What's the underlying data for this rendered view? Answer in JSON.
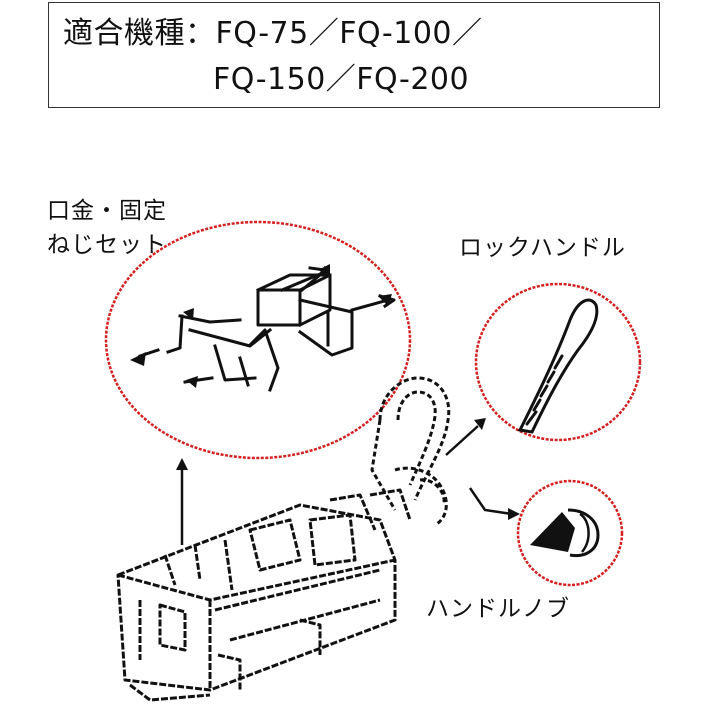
{
  "models": {
    "line1": "適合機種：FQ-75／FQ-100／",
    "line2": "FQ-150／FQ-200"
  },
  "labels": {
    "base_set_line1": "口金・固定",
    "base_set_line2": "ねじセット",
    "lock_handle": "ロックハンドル",
    "handle_knob": "ハンドルノブ"
  },
  "colors": {
    "outline": "#333333",
    "highlight_circle": "#d42020",
    "drawing": "#111111"
  }
}
